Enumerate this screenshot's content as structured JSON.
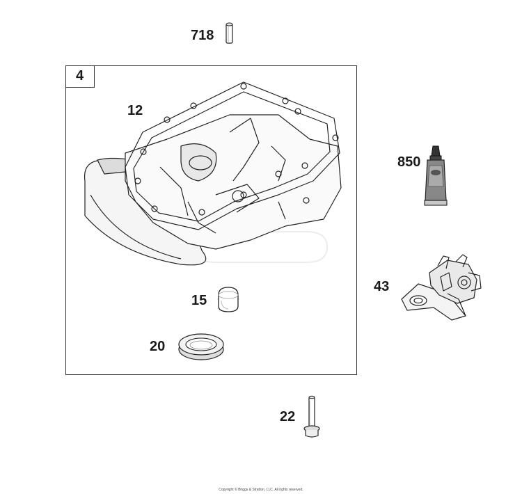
{
  "kit": {
    "number": "4"
  },
  "parts": [
    {
      "id": "718",
      "label": "718",
      "icon": "dowel-pin-icon"
    },
    {
      "id": "12",
      "label": "12",
      "icon": "crankcase-cover-gasket-icon"
    },
    {
      "id": "15",
      "label": "15",
      "icon": "cap-icon"
    },
    {
      "id": "20",
      "label": "20",
      "icon": "oil-seal-icon"
    },
    {
      "id": "850",
      "label": "850",
      "icon": "sealant-tube-icon"
    },
    {
      "id": "43",
      "label": "43",
      "icon": "governor-bracket-icon"
    },
    {
      "id": "22",
      "label": "22",
      "icon": "flange-bolt-icon"
    }
  ],
  "watermark": "BRIGGS & STRATTON",
  "copyright": "Copyright © Briggs & Stratton, LLC. All rights reserved."
}
